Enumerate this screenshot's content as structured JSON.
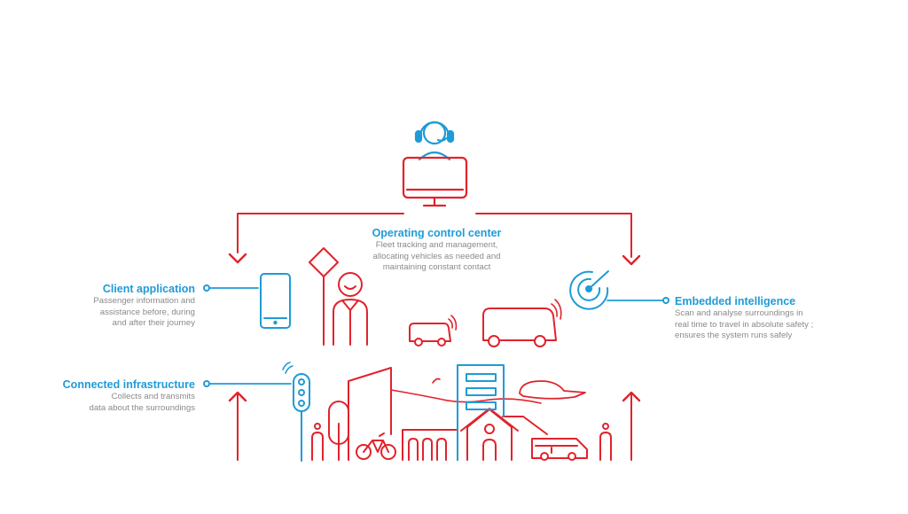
{
  "colors": {
    "red": "#e1232c",
    "blue": "#1f9bd7",
    "text_grey": "#8a8a8a"
  },
  "nodes": {
    "control_center": {
      "title": "Operating control center",
      "description": "Fleet tracking and management,\nallocating vehicles as needed and\nmaintaining constant contact"
    },
    "client_app": {
      "title": "Client application",
      "description": "Passenger information and\nassistance before, during\nand after their journey"
    },
    "embedded": {
      "title": "Embedded intelligence",
      "description": "Scan and analyse surroundings in\nreal time to travel in absolute safety ;\nensures the system runs safely"
    },
    "infrastructure": {
      "title": "Connected infrastructure",
      "description": "Collects and transmits\ndata about the surroundings"
    }
  },
  "icons": [
    "operator-headset-icon",
    "monitor-icon",
    "smartphone-icon",
    "road-sign-icon",
    "person-icon",
    "shuttle-small-icon",
    "shuttle-bus-icon",
    "radar-icon",
    "traffic-light-icon",
    "tree-icon",
    "bicycle-icon",
    "building-icon",
    "house-icon",
    "car-icon",
    "pedestrian-icon"
  ]
}
